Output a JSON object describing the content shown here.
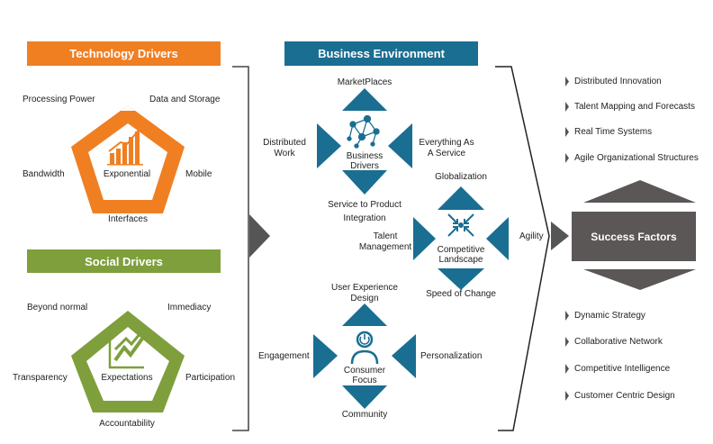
{
  "technology": {
    "title": "Technology Drivers",
    "center": "Exponential",
    "labels": [
      "Processing Power",
      "Data and Storage",
      "Bandwidth",
      "Mobile",
      "Interfaces"
    ],
    "color": "#f07f22"
  },
  "social": {
    "title": "Social Drivers",
    "center": "Expectations",
    "labels": [
      "Beyond normal",
      "Immediacy",
      "Transparency",
      "Participation",
      "Accountability"
    ],
    "color": "#7e9f3c"
  },
  "business": {
    "title": "Business Environment",
    "color": "#1a6e92",
    "groups": [
      {
        "center": "Business\nDrivers",
        "top": "MarketPlaces",
        "left": "Distributed\nWork",
        "right": "Everything As\nA Service",
        "bottom": "Service to Product\nIntegration",
        "icon": "network-icon"
      },
      {
        "center": "Competitive\nLandscape",
        "top": "Globalization",
        "left": "Talent\nManagement",
        "right": "Agility",
        "bottom": "Speed of Change",
        "icon": "converge-arrows-icon"
      },
      {
        "center": "Consumer\nFocus",
        "top": "User Experience\nDesign",
        "left": "Engagement",
        "right": "Personalization",
        "bottom": "Community",
        "icon": "user-power-icon"
      }
    ]
  },
  "success": {
    "title": "Success Factors",
    "color": "#5a5756",
    "top_items": [
      "Distributed Innovation",
      "Talent Mapping and Forecasts",
      "Real Time Systems",
      "Agile Organizational Structures"
    ],
    "bottom_items": [
      "Dynamic Strategy",
      "Collaborative Network",
      "Competitive Intelligence",
      "Customer Centric Design"
    ]
  }
}
